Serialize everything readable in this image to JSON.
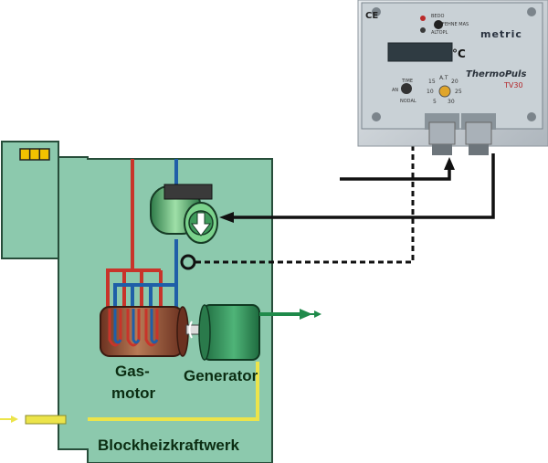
{
  "labels": {
    "engine": "Gas-",
    "engine2": "motor",
    "generator": "Generator",
    "plant": "Blockheizkraftwerk"
  },
  "device": {
    "ce_mark": "CE",
    "brand": "metric",
    "product": "ThermoPuls",
    "model": "TV30",
    "unit": "°C",
    "led_labels": [
      "BEDO",
      "FEHNE MAS",
      "ALTOPL"
    ],
    "knob_labels": [
      "TIME",
      "AN",
      "NODAL"
    ],
    "dial_labels": [
      "15",
      "A.T",
      "20",
      "10",
      "25",
      "5",
      "30"
    ]
  },
  "colors": {
    "plant_body": "#8cc9ad",
    "pipe_red": "#c8342a",
    "pipe_blue": "#1f5fa8",
    "yellow_line": "#ece44a",
    "motor_brown": "#8a4a2e",
    "generator_green": "#2e8b57",
    "arrow_green": "#1f8a4a",
    "signal_line": "#111111"
  }
}
